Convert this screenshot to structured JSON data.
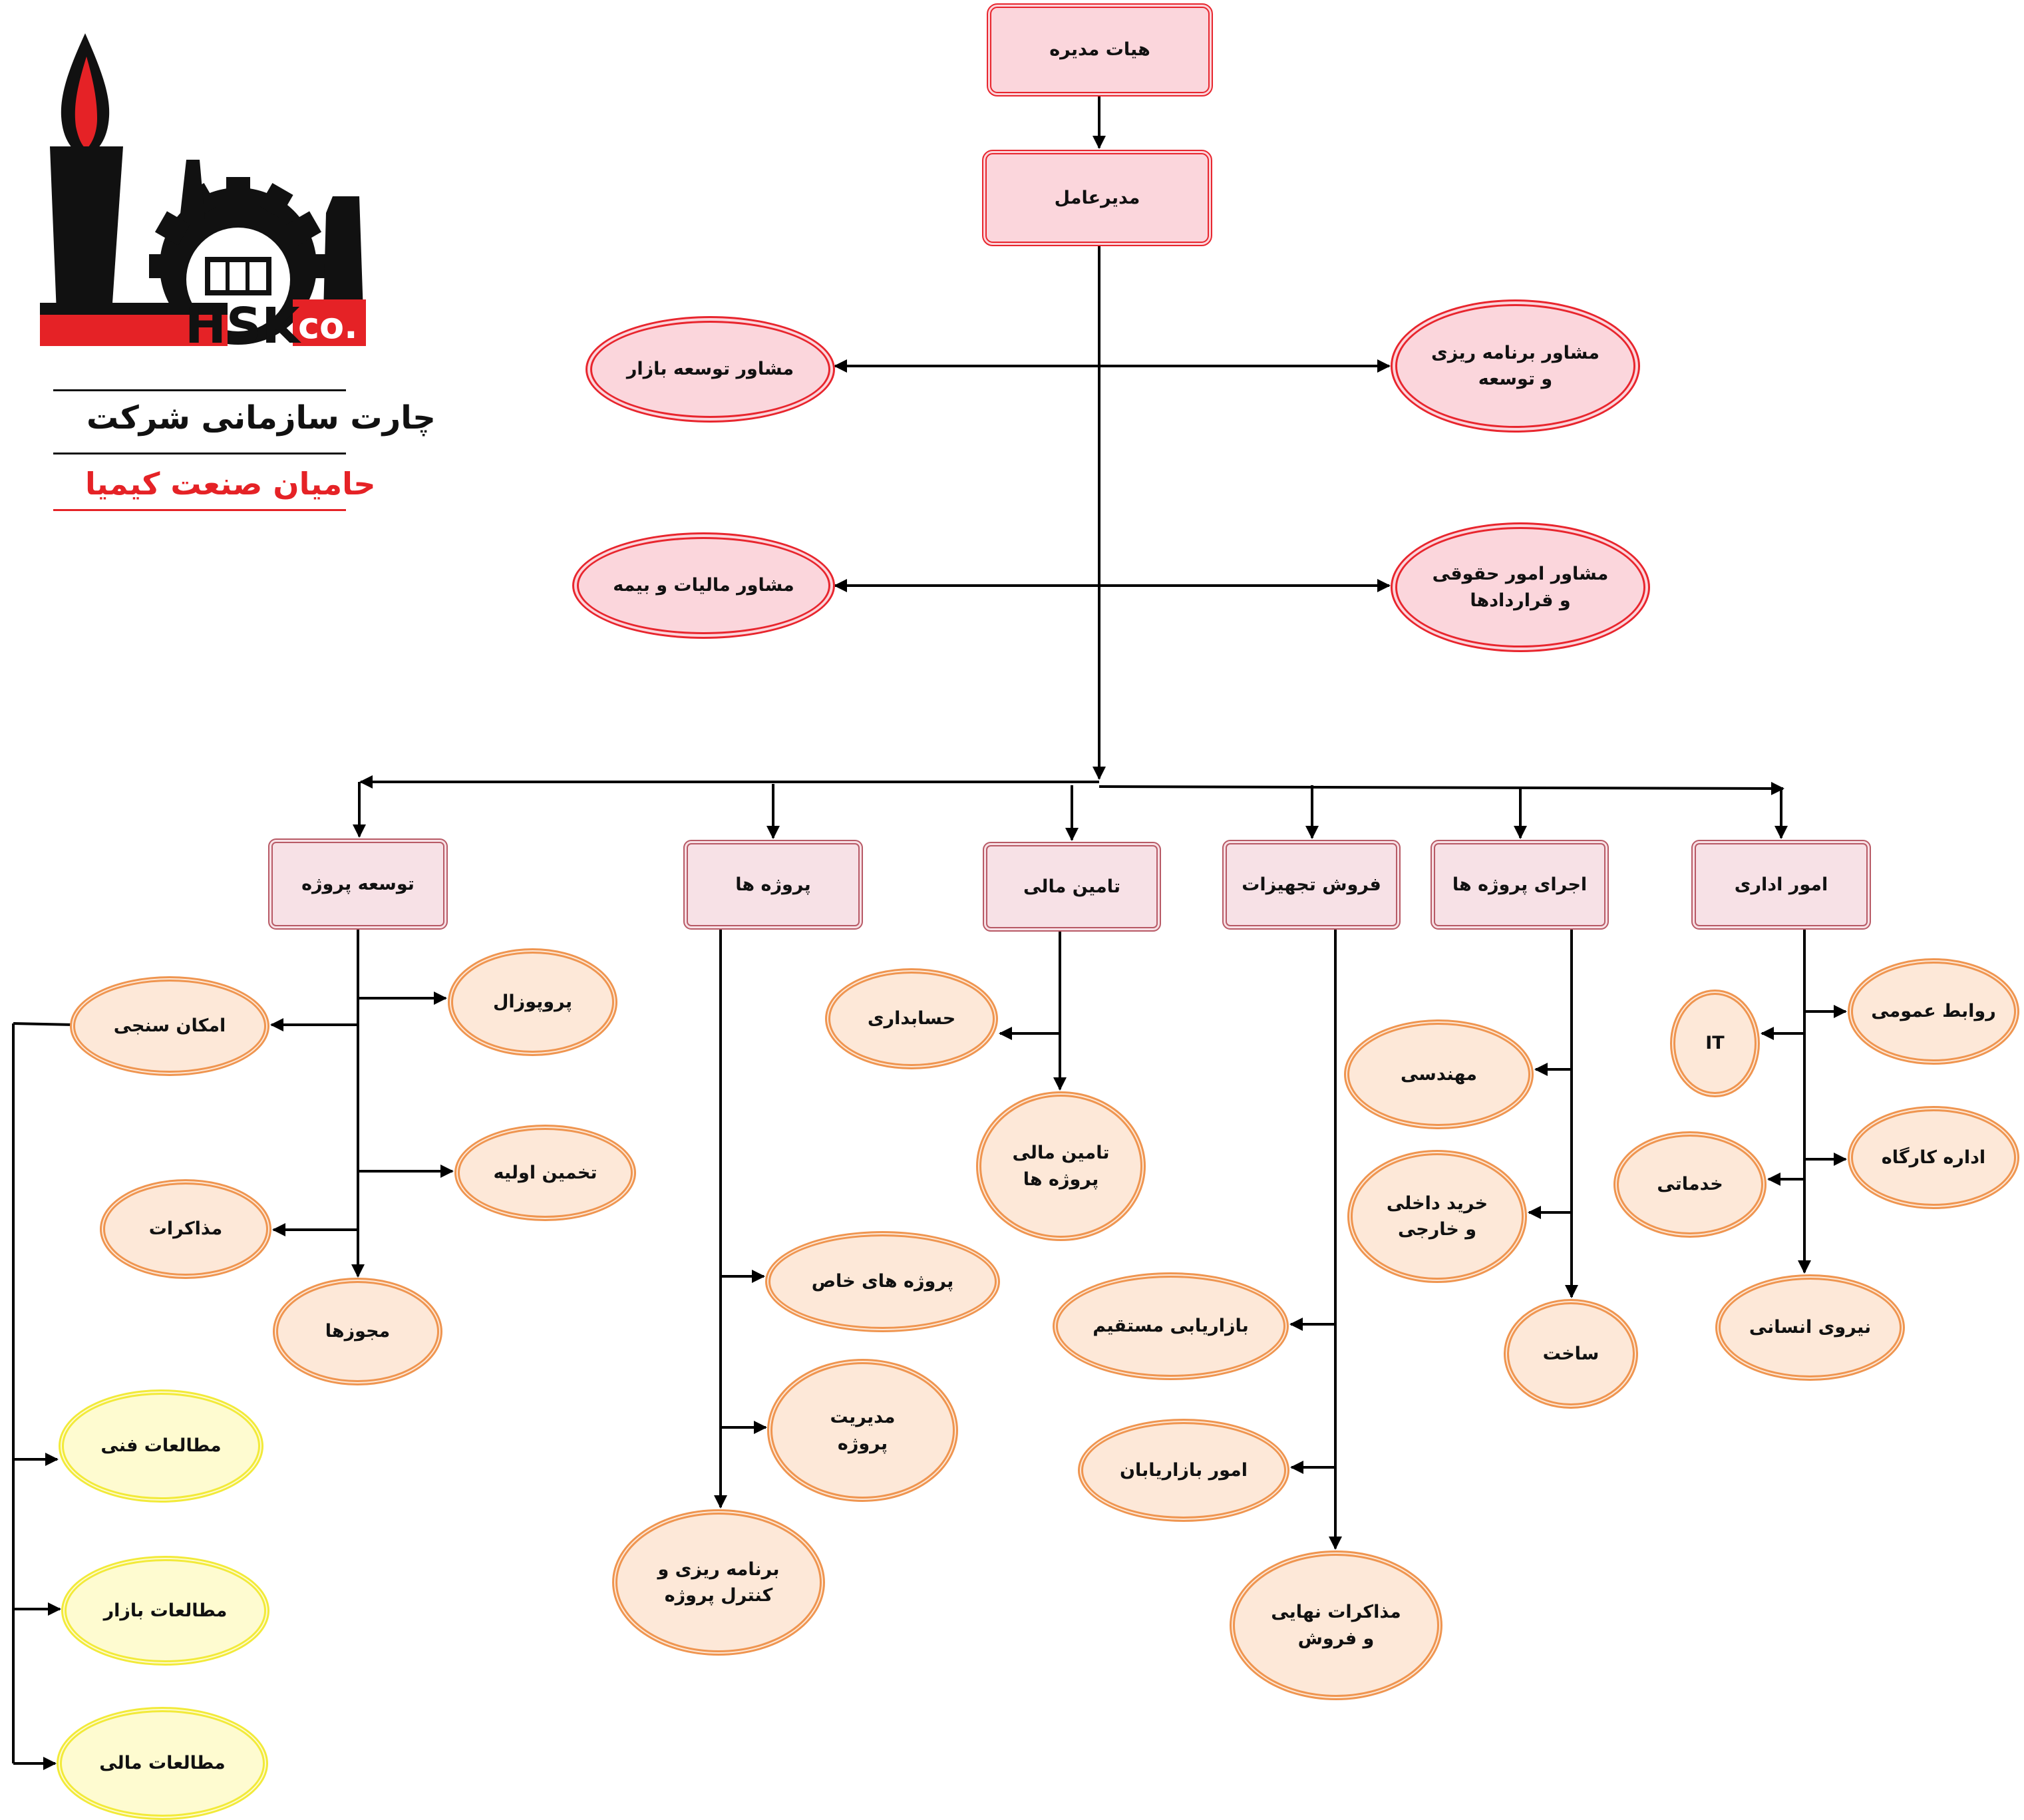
{
  "colors": {
    "red_border": "#e8262e",
    "pink_fill": "#fbd6dc",
    "dept_border": "#b85a66",
    "dept_fill": "#f7e1e6",
    "orange_border": "#ef9550",
    "orange_fill": "#fde8d8",
    "yellow_border": "#f2ea3a",
    "yellow_fill": "#fefbd0",
    "line": "#000000",
    "logo_red": "#e52226",
    "logo_black": "#111111"
  },
  "logo": {
    "mark_text": "HSK",
    "suffix_text": "co.",
    "line1": "چارت سازمانی شرکت",
    "line2": "حامیان صنعت کیمیا",
    "icons": [
      "flame-icon",
      "chimney-icon",
      "gear-icon",
      "factory-icon"
    ]
  },
  "nodes": {
    "board": "هیات مدیره",
    "ceo": "مدیرعامل",
    "adv_market": "مشاور توسعه بازار",
    "adv_planning": "مشاور برنامه ریزی\nو توسعه",
    "adv_tax": "مشاور مالیات و بیمه",
    "adv_legal": "مشاور امور حقوقی\nو قراردادها",
    "dept_project_dev": "توسعه پروژه",
    "dept_projects": "پروژه ها",
    "dept_finance": "تامین مالی",
    "dept_equipment": "فروش تجهیزات",
    "dept_execution": "اجرای پروژه ها",
    "dept_admin": "امور اداری",
    "feasibility": "امکان سنجی",
    "proposal": "پروپوزال",
    "estimate": "تخمین اولیه",
    "negotiations": "مذاکرات",
    "permits": "مجوزها",
    "tech_studies": "مطالعات فنی",
    "market_studies": "مطالعات بازار",
    "finance_studies": "مطالعات مالی",
    "special_projects": "پروژه های خاص",
    "project_mgmt": "مدیریت\nپروژه",
    "planning_control": "برنامه ریزی و\nکنترل پروژه",
    "accounting": "حسابداری",
    "project_finance": "تامین مالی\nپروژه ها",
    "direct_marketing": "بازاریابی مستقیم",
    "marketers": "امور بازاریابان",
    "final_negotiations": "مذاکرات نهایی\nو فروش",
    "engineering": "مهندسی",
    "procurement": "خرید داخلی\nو خارجی",
    "construction": "ساخت",
    "it": "IT",
    "public_relations": "روابط عمومی",
    "services": "خدماتی",
    "workshop_admin": "اداره کارگاه",
    "human_resources": "نیروی انسانی"
  }
}
